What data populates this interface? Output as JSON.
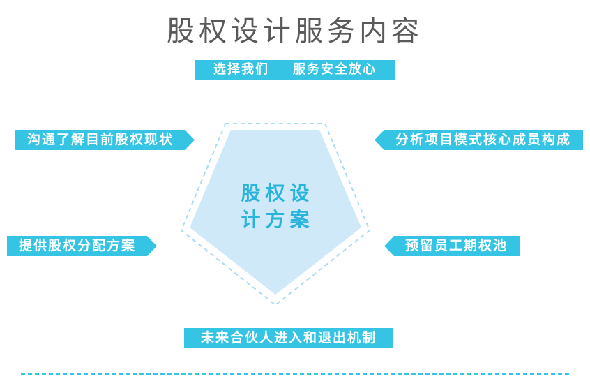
{
  "page": {
    "title": "股权设计服务内容",
    "banner": {
      "left": "选择我们",
      "right": "服务安全放心"
    },
    "pentagon": {
      "line1": "股权设",
      "line2": "计方案"
    },
    "labels": [
      {
        "position": "top-left",
        "text": "沟通了解目前股权现状"
      },
      {
        "position": "top-right",
        "text": "分析项目模式核心成员构成"
      },
      {
        "position": "mid-left",
        "text": "提供股权分配方案"
      },
      {
        "position": "mid-right",
        "text": "预留员工期权池"
      },
      {
        "position": "bottom",
        "text": "未来合伙人进入和退出机制"
      }
    ],
    "colors": {
      "accent": "#35c4e3",
      "pentagon_fill": "#cfe9f8",
      "pentagon_border": "#a9dcf5",
      "pentagon_text": "#2ab4dc",
      "title_text": "#5a5a5c"
    }
  }
}
